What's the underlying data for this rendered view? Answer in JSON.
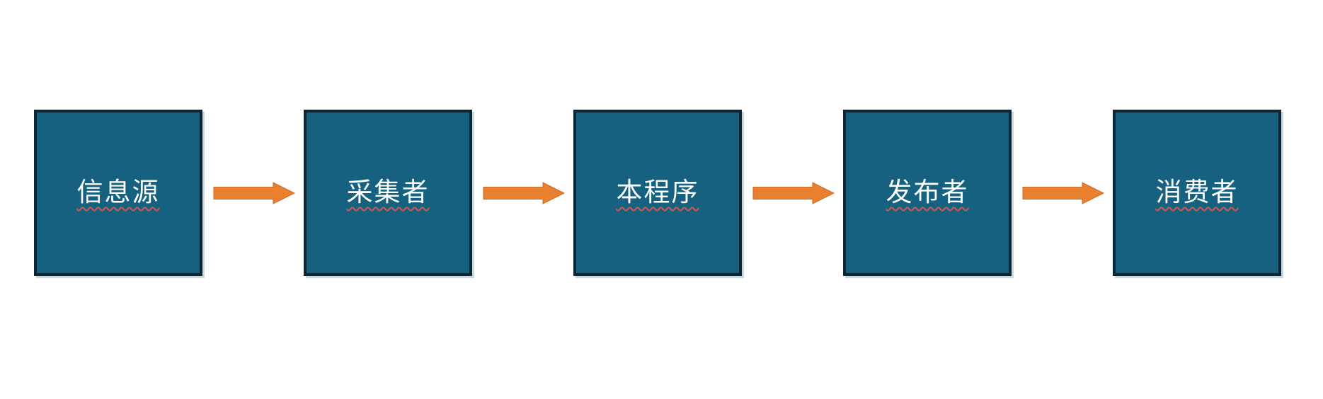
{
  "diagram": {
    "type": "flowchart",
    "direction": "left-to-right",
    "nodes": [
      {
        "label": "信息源"
      },
      {
        "label": "采集者"
      },
      {
        "label": "本程序"
      },
      {
        "label": "发布者"
      },
      {
        "label": "消费者"
      }
    ],
    "connector_icon": "right-block-arrow",
    "colors": {
      "background": "#ffffff",
      "node_fill": "#166080",
      "node_border": "#0d2635",
      "node_text": "#ffffff",
      "arrow": "#e8802f",
      "spellcheck_underline": "#d4584e"
    }
  }
}
